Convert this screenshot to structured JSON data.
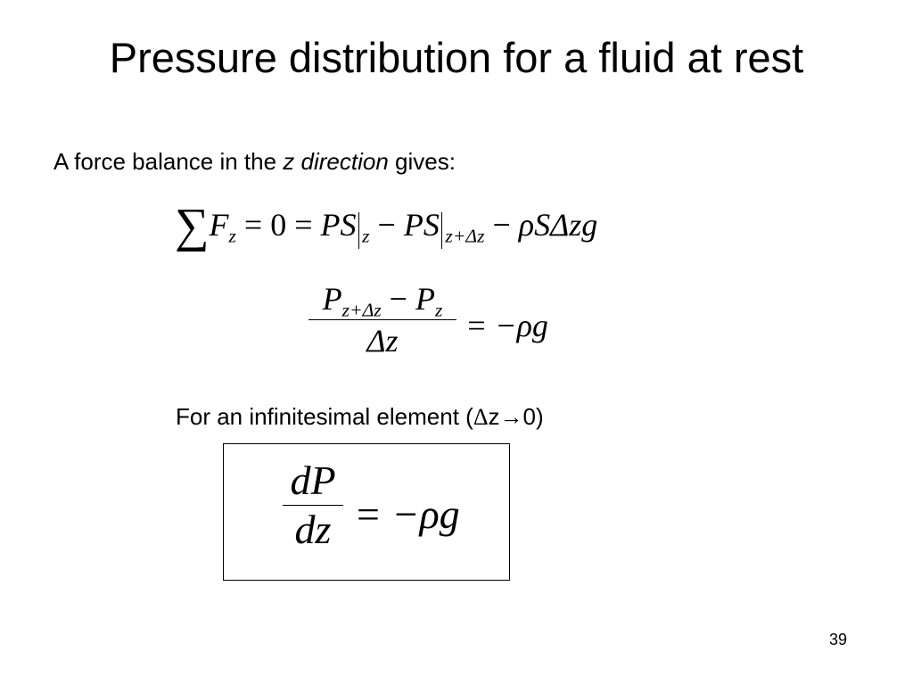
{
  "slide": {
    "title": "Pressure distribution for a fluid at rest",
    "intro": {
      "before": "A force balance in the ",
      "emphasis": "z direction",
      "after": " gives:"
    },
    "equations": {
      "force_balance": {
        "sum": "∑",
        "F": "F",
        "F_sub": "z",
        "eq0": " = 0 = ",
        "ps1": "PS",
        "at1": "z",
        "minus1": " − ",
        "ps2": "PS",
        "at2": "z+Δz",
        "minus2": " − ",
        "rho": "ρ",
        "tail": "SΔzg"
      },
      "difference": {
        "p1": "P",
        "p1_sub": "z+Δz",
        "minus": " − ",
        "p2": "P",
        "p2_sub": "z",
        "den": "Δz",
        "rhs": "= −ρg"
      },
      "differential": {
        "num": "dP",
        "den": "dz",
        "rhs": "= −ρg"
      }
    },
    "note": {
      "text": "For an infinitesimal element (",
      "delta": "Δ",
      "var": "z",
      "arrow": "→",
      "zero": "0)"
    },
    "page_number": "39"
  }
}
